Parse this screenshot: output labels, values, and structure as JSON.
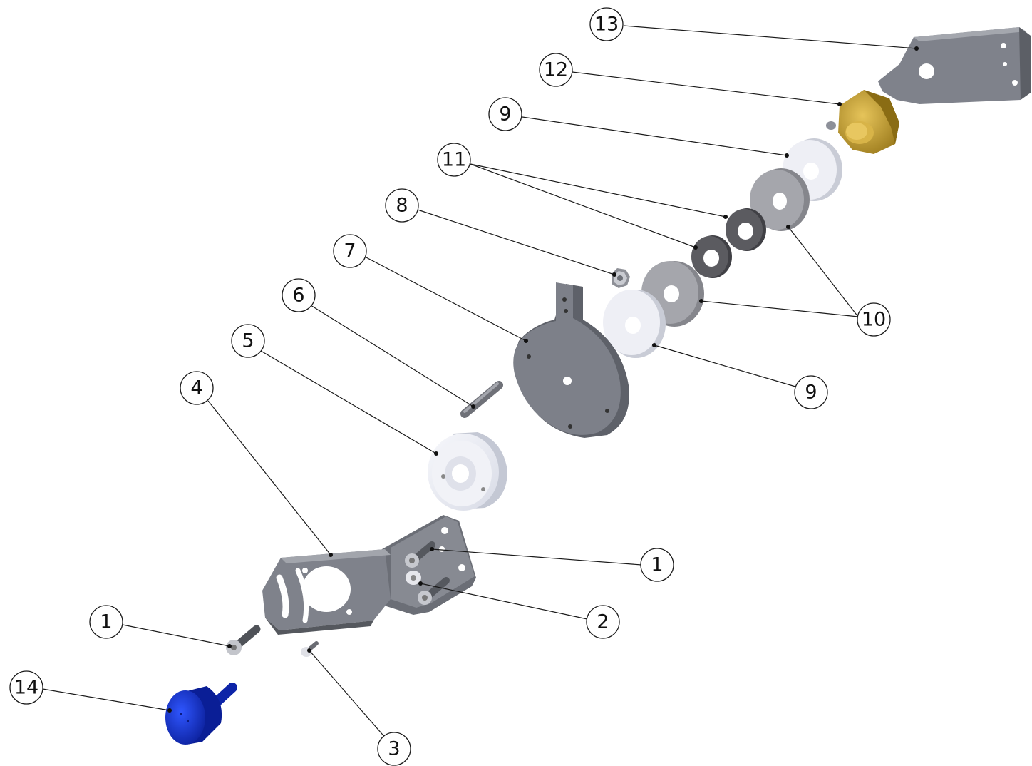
{
  "callouts": [
    {
      "id": "c13",
      "label": "13"
    },
    {
      "id": "c12",
      "label": "12"
    },
    {
      "id": "c9a",
      "label": "9"
    },
    {
      "id": "c11",
      "label": "11"
    },
    {
      "id": "c8",
      "label": "8"
    },
    {
      "id": "c7",
      "label": "7"
    },
    {
      "id": "c6",
      "label": "6"
    },
    {
      "id": "c5",
      "label": "5"
    },
    {
      "id": "c4",
      "label": "4"
    },
    {
      "id": "c10",
      "label": "10"
    },
    {
      "id": "c9b",
      "label": "9"
    },
    {
      "id": "c1a",
      "label": "1"
    },
    {
      "id": "c2",
      "label": "2"
    },
    {
      "id": "c1b",
      "label": "1"
    },
    {
      "id": "c14",
      "label": "14"
    },
    {
      "id": "c3",
      "label": "3"
    }
  ],
  "colors": {
    "steel": "#7d8089",
    "steel_dark": "#5c5f66",
    "white_part": "#eef0f6",
    "washer_grey": "#a3a4aa",
    "washer_dark": "#5b5b60",
    "brass": "#c09a2e",
    "blue_part": "#1330c8",
    "line": "#1a1a1a"
  }
}
